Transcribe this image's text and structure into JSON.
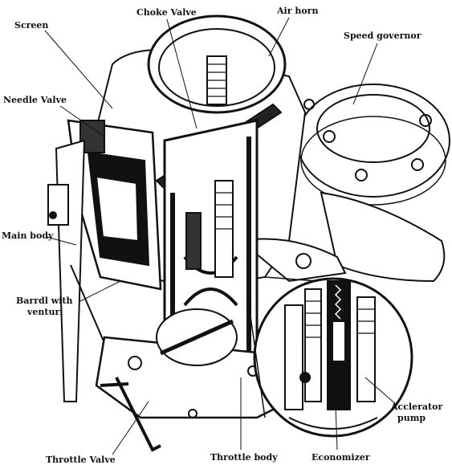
{
  "labels": {
    "choke_valve": "Choke Valve",
    "air_horn": "Air horn",
    "screen": "Screen",
    "speed_governor": "Speed governor",
    "needle_valve": "Needle Valve",
    "main_body": "Main body",
    "barrel_line1": "Barrdl with",
    "barrel_line2": "venturi",
    "accelerator_line1": "Acclerator",
    "accelerator_line2": "pump",
    "throttle_valve": "Throttle Valve",
    "throttle_body": "Throttle body",
    "economizer": "Economizer"
  },
  "colors": {
    "ink": "#111111",
    "paper": "#ffffff"
  }
}
